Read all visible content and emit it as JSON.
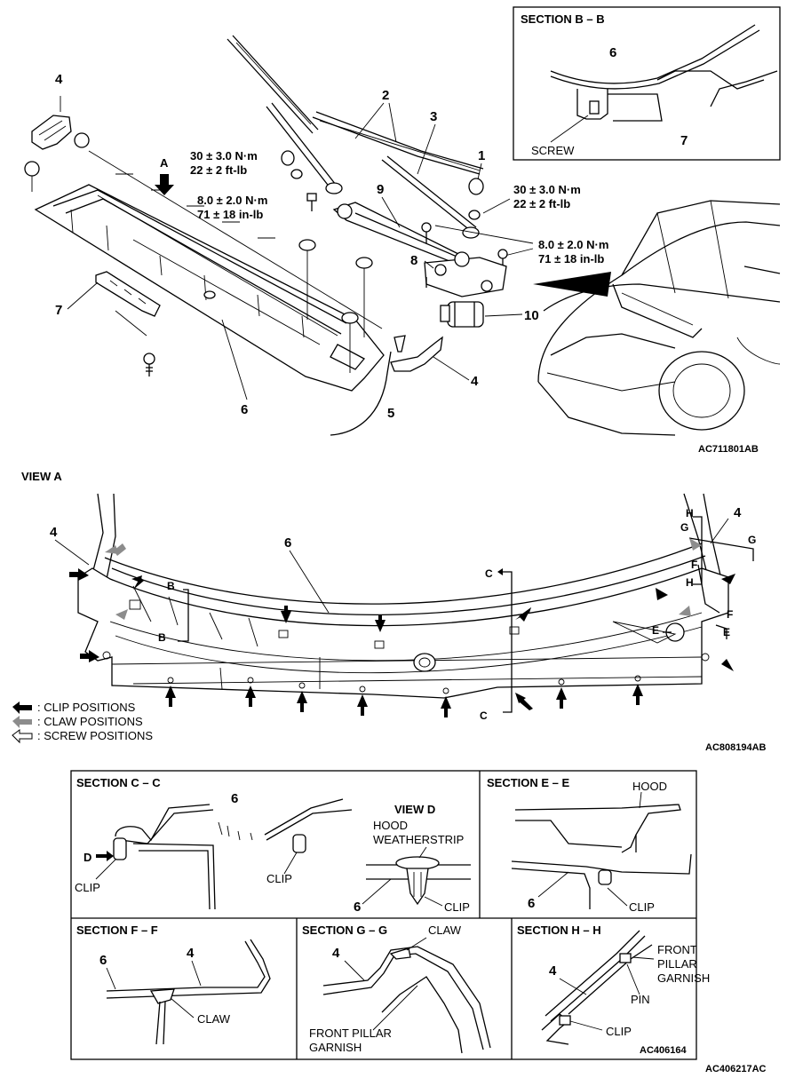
{
  "top": {
    "section_bb": {
      "title": "SECTION B – B",
      "part_a": "6",
      "part_b": "7",
      "screw": "SCREW"
    },
    "parts": {
      "p1": "1",
      "p2": "2",
      "p3": "3",
      "p4a": "4",
      "p4b": "4",
      "p5": "5",
      "p6": "6",
      "p7": "7",
      "p8": "8",
      "p9": "9",
      "p10": "10"
    },
    "view_arrow": "A",
    "torques": {
      "t1a": "30 ± 3.0 N·m",
      "t1b": "22 ± 2 ft-lb",
      "t2a": "8.0 ± 2.0 N·m",
      "t2b": "71 ± 18 in-lb",
      "t3a": "30 ± 3.0 N·m",
      "t3b": "22 ± 2 ft-lb",
      "t4a": "8.0 ± 2.0 N·m",
      "t4b": "71 ± 18 in-lb"
    },
    "code": "AC711801AB"
  },
  "view_a": {
    "title": "VIEW A",
    "labels": {
      "p4l": "4",
      "p4r": "4",
      "p6": "6",
      "b1": "B",
      "b2": "B",
      "c1": "C",
      "c2": "C",
      "e1": "E",
      "e2": "E",
      "f1": "F",
      "f2": "F",
      "g1": "G",
      "g2": "G",
      "h1": "H",
      "h2": "H"
    },
    "legend": {
      "clip": ": CLIP POSITIONS",
      "claw": ": CLAW POSITIONS",
      "screw": ": SCREW POSITIONS"
    },
    "code": "AC808194AB"
  },
  "sections": {
    "cc": {
      "title": "SECTION C – C",
      "part": "6",
      "d": "D",
      "clip1": "CLIP",
      "clip2": "CLIP"
    },
    "view_d": {
      "title": "VIEW D",
      "hood1": "HOOD",
      "hood2": "WEATHERSTRIP",
      "part": "6",
      "clip": "CLIP"
    },
    "ee": {
      "title": "SECTION E – E",
      "hood": "HOOD",
      "part": "6",
      "clip": "CLIP"
    },
    "ff": {
      "title": "SECTION F – F",
      "p6": "6",
      "p4": "4",
      "claw": "CLAW"
    },
    "gg": {
      "title": "SECTION G – G",
      "p4": "4",
      "claw": "CLAW",
      "fpg1": "FRONT PILLAR",
      "fpg2": "GARNISH"
    },
    "hh": {
      "title": "SECTION H – H",
      "p4": "4",
      "fp1": "FRONT",
      "fp2": "PILLAR",
      "fp3": "GARNISH",
      "pin": "PIN",
      "clip": "CLIP"
    },
    "code1": "AC406164",
    "code2": "AC406217AC"
  },
  "colors": {
    "ink": "#000000",
    "claw_gray": "#8c8c8c",
    "paper": "#ffffff"
  }
}
